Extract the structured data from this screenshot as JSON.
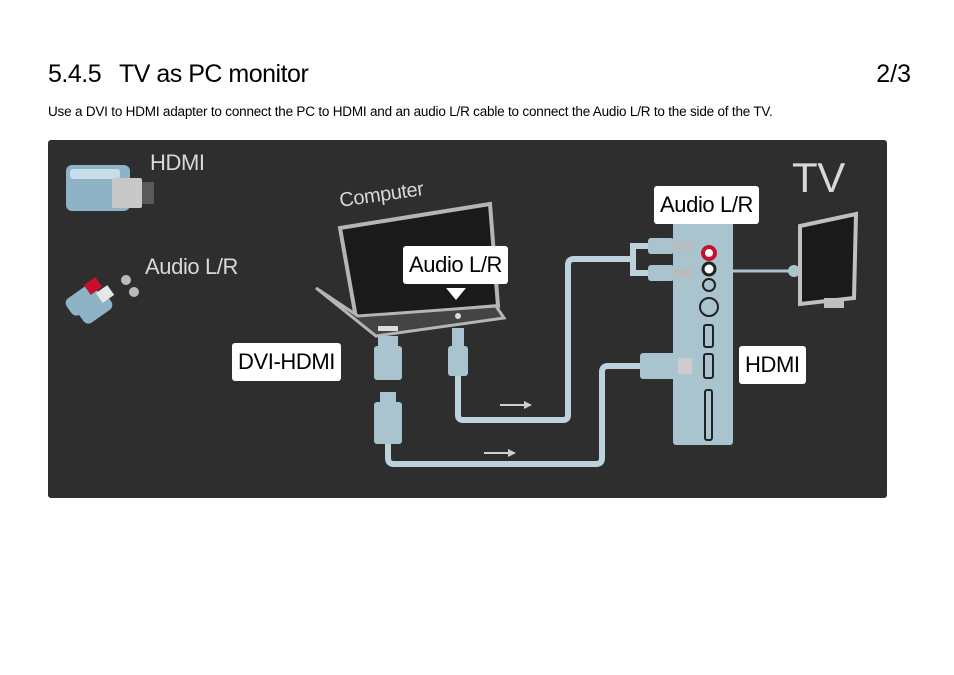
{
  "section": {
    "number": "5.4.5",
    "title": "TV as PC monitor",
    "page": "2/3",
    "intro": "Use a DVI to HDMI adapter to connect the PC to HDMI and an audio L/R cable to connect the Audio L/R to the side of the TV."
  },
  "diagram": {
    "legend_hdmi": "HDMI",
    "legend_audio": "Audio L/R",
    "computer_label": "Computer",
    "tv_label": "TV",
    "audio_tv_label": "Audio L/R",
    "audio_pc_label": "Audio L/R",
    "dvi_label": "DVI-HDMI",
    "hdmi_tv_label": "HDMI",
    "colors": {
      "background": "#2e2e2e",
      "cable": "#bcd3dd",
      "tv_panel": "#a9c3cf",
      "audio_red": "#c8102e",
      "label_box": "#ffffff"
    }
  }
}
